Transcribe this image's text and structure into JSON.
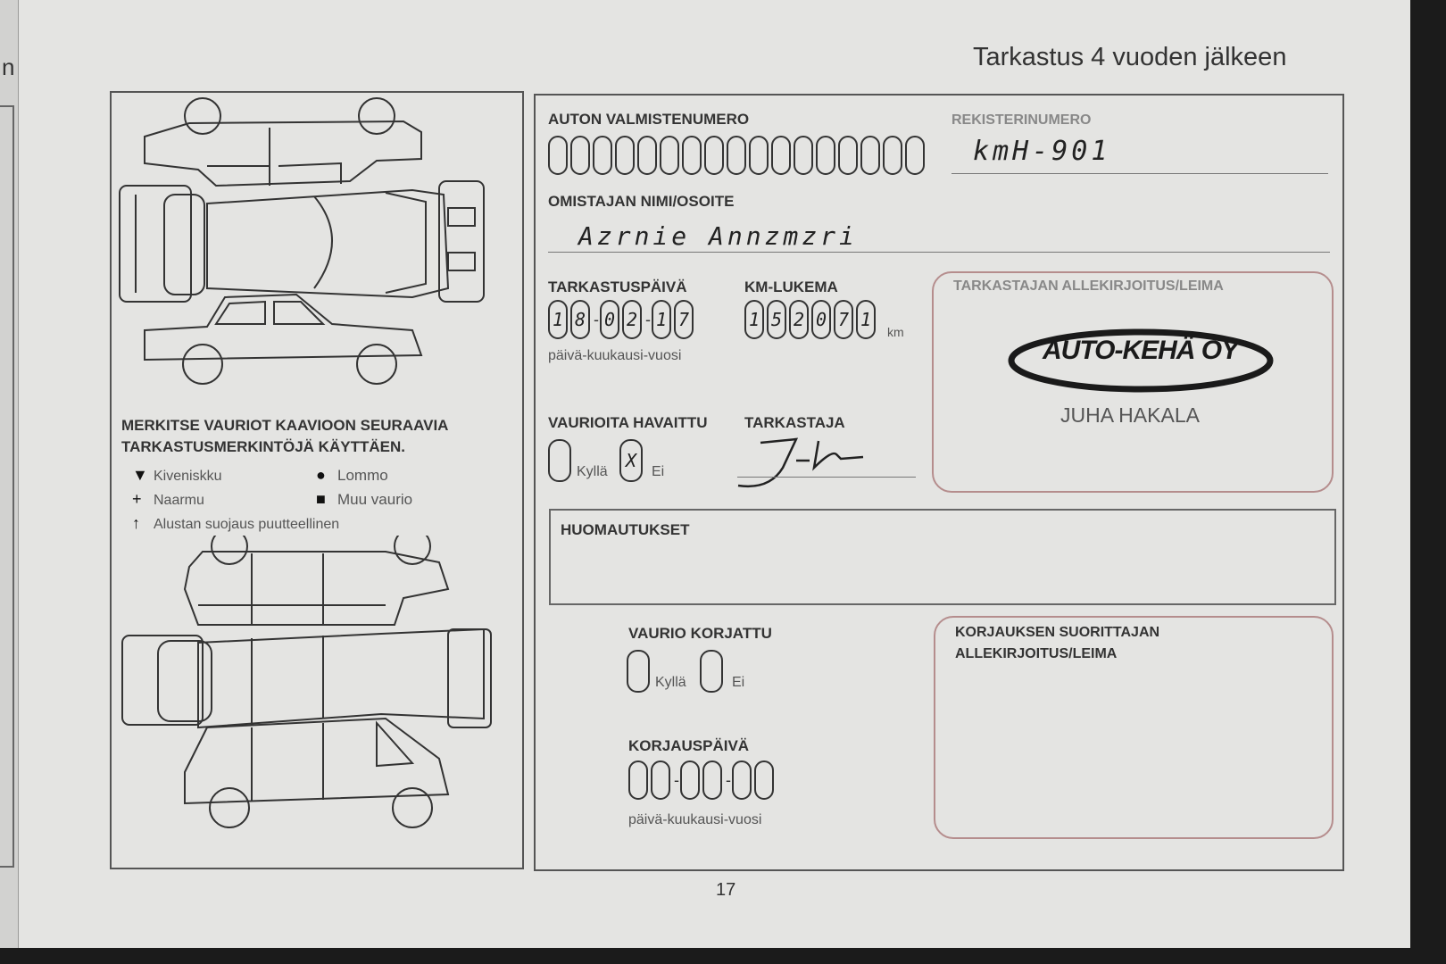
{
  "page": {
    "title": "Tarkastus 4 vuoden jälkeen",
    "page_number": "17",
    "prev_page_letter": "n"
  },
  "left": {
    "instruction": "MERKITSE VAURIOT KAAVIOON SEURAAVIA TARKASTUSMERKINTÖJÄ KÄYTTÄEN.",
    "legend": [
      {
        "symbol": "▼",
        "label": "Kiveniskku"
      },
      {
        "symbol": "●",
        "label": "Lommo"
      },
      {
        "symbol": "+",
        "label": "Naarmu"
      },
      {
        "symbol": "■",
        "label": "Muu vaurio"
      },
      {
        "symbol": "↑",
        "label": "Alustan suojaus puutteellinen"
      }
    ]
  },
  "form": {
    "vin_label": "AUTON VALMISTENUMERO",
    "reg_label": "REKISTERINUMERO",
    "reg_value": "kmH-901",
    "owner_label": "OMISTAJAN NIMI/OSOITE",
    "owner_value": "Azrnie Annzmzri",
    "date_label": "TARKASTUSPÄIVÄ",
    "date_digits": [
      "1",
      "8",
      "0",
      "2",
      "1",
      "7"
    ],
    "date_caption": "päivä-kuukausi-vuosi",
    "km_label": "KM-LUKEMA",
    "km_digits": [
      "1",
      "5",
      "2",
      "0",
      "7",
      "1"
    ],
    "km_unit": "km",
    "signature_label": "TARKASTAJAN ALLEKIRJOITUS/LEIMA",
    "stamp_company": "AUTO-KEHÄ OY",
    "stamp_name": "JUHA HAKALA",
    "damage_label": "VAURIOITA HAVAITTU",
    "yes_label": "Kyllä",
    "no_label": "Ei",
    "no_mark": "X",
    "inspector_label": "TARKASTAJA",
    "remarks_label": "HUOMAUTUKSET",
    "repaired_label": "VAURIO KORJATTU",
    "repair_sig_label_1": "KORJAUKSEN SUORITTAJAN",
    "repair_sig_label_2": "ALLEKIRJOITUS/LEIMA",
    "repair_date_label": "KORJAUSPÄIVÄ",
    "repair_date_caption": "päivä-kuukausi-vuosi"
  }
}
